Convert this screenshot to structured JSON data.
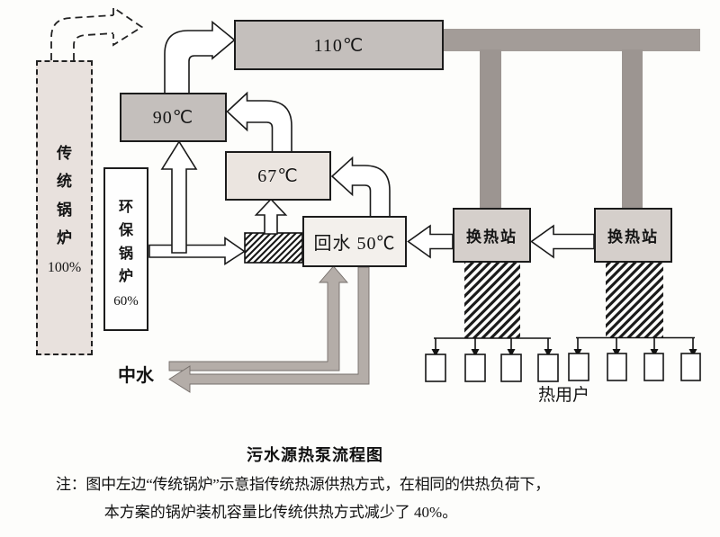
{
  "diagram": {
    "traditional_boiler": {
      "name": "传统锅炉",
      "percent": "100%"
    },
    "eco_boiler": {
      "name": "环保锅炉",
      "percent": "60%"
    },
    "temp_110": "110℃",
    "temp_90": "90℃",
    "temp_67": "67℃",
    "return_water": "回水 50℃",
    "stations": [
      {
        "label": "换热站"
      },
      {
        "label": "换热站"
      }
    ],
    "reclaimed_water": "中水",
    "heat_users": "热用户"
  },
  "caption": {
    "title": "污水源热泵流程图",
    "note_line1": "注：图中左边“传统锅炉”示意指传统热源供热方式，在相同的供热负荷下，",
    "note_line2": "本方案的锅炉装机容量比传统供热方式减少了 40%。"
  },
  "colors": {
    "hot_box_gray": "#c4bfbc",
    "warm_box_light": "#ebe5e0",
    "return_box_lighter": "#f3f0ec",
    "station_gray": "#d5cfcb",
    "supply_pipe_gray": "#a39c98",
    "water_pipe_gray": "#b4ada8",
    "dashed_box_fill": "#e8e1dd",
    "line_black": "#1a1a1a"
  }
}
